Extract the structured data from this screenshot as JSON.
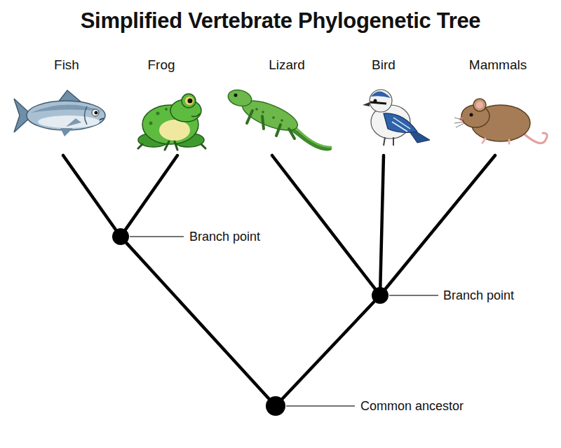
{
  "diagram": {
    "title": "Simplified Vertebrate Phylogenetic Tree",
    "nodes": [
      {
        "text": [
          "Fish"
        ]
      },
      {
        "text": [
          "Frog"
        ]
      },
      {
        "text": [
          "Lizard"
        ]
      },
      {
        "text": [
          "Bird"
        ]
      },
      {
        "text": [
          "Mammals"
        ]
      },
      {
        "text": [
          "Branch point"
        ]
      },
      {
        "text": [
          "Branch point"
        ]
      },
      {
        "text": [
          "Common ancestor"
        ]
      }
    ],
    "edges": [
      {
        "from": 5,
        "to": 0,
        "arrow": "none"
      },
      {
        "from": 5,
        "to": 1,
        "arrow": "none"
      },
      {
        "from": 6,
        "to": 2,
        "arrow": "none"
      },
      {
        "from": 6,
        "to": 3,
        "arrow": "none"
      },
      {
        "from": 6,
        "to": 4,
        "arrow": "none"
      },
      {
        "from": 7,
        "to": 5,
        "arrow": "none"
      },
      {
        "from": 7,
        "to": 6,
        "arrow": "none"
      }
    ]
  }
}
